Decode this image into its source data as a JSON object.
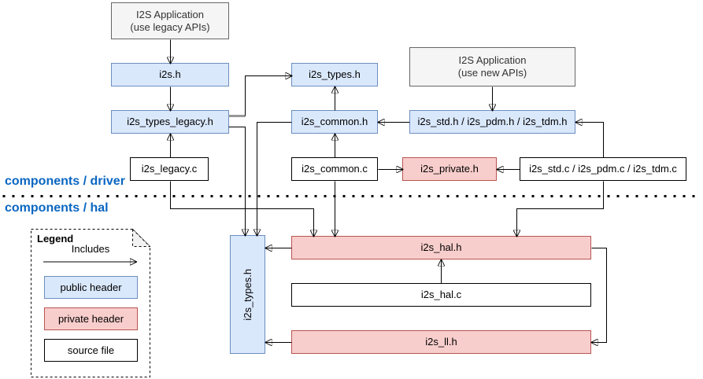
{
  "sections": {
    "driver_label": "components / driver",
    "hal_label": "components / hal"
  },
  "nodes": {
    "app_legacy": {
      "line1": "I2S Application",
      "line2": "(use legacy APIs)",
      "type": "application"
    },
    "app_new": {
      "line1": "I2S Application",
      "line2": "(use new APIs)",
      "type": "application"
    },
    "i2s_h": {
      "label": "i2s.h",
      "type": "public header"
    },
    "i2s_types_legacy_h": {
      "label": "i2s_types_legacy.h",
      "type": "public header"
    },
    "i2s_legacy_c": {
      "label": "i2s_legacy.c",
      "type": "source file"
    },
    "i2s_types_h_driver": {
      "label": "i2s_types.h",
      "type": "public header"
    },
    "i2s_common_h": {
      "label": "i2s_common.h",
      "type": "public header"
    },
    "i2s_common_c": {
      "label": "i2s_common.c",
      "type": "source file"
    },
    "i2s_private_h": {
      "label": "i2s_private.h",
      "type": "private header"
    },
    "i2s_std_pdm_tdm_h": {
      "label": "i2s_std.h / i2s_pdm.h / i2s_tdm.h",
      "type": "public header"
    },
    "i2s_std_pdm_tdm_c": {
      "label": "i2s_std.c / i2s_pdm.c / i2s_tdm.c",
      "type": "source file"
    },
    "i2s_types_h_hal": {
      "label": "i2s_types.h",
      "type": "public header"
    },
    "i2s_hal_h": {
      "label": "i2s_hal.h",
      "type": "private header"
    },
    "i2s_hal_c": {
      "label": "i2s_hal.c",
      "type": "source file"
    },
    "i2s_ll_h": {
      "label": "i2s_ll.h",
      "type": "private header"
    }
  },
  "edges": [
    {
      "from": "app_legacy",
      "to": "i2s_h"
    },
    {
      "from": "i2s_h",
      "to": "i2s_types_legacy_h"
    },
    {
      "from": "i2s_types_legacy_h",
      "to": "i2s_types_h_driver"
    },
    {
      "from": "i2s_legacy_c",
      "to": "i2s_types_legacy_h"
    },
    {
      "from": "i2s_common_h",
      "to": "i2s_types_h_driver"
    },
    {
      "from": "i2s_common_c",
      "to": "i2s_common_h"
    },
    {
      "from": "i2s_common_c",
      "to": "i2s_private_h"
    },
    {
      "from": "i2s_std_pdm_tdm_h",
      "to": "i2s_common_h"
    },
    {
      "from": "app_new",
      "to": "i2s_std_pdm_tdm_h"
    },
    {
      "from": "i2s_std_pdm_tdm_c",
      "to": "i2s_private_h"
    },
    {
      "from": "i2s_std_pdm_tdm_c",
      "to": "i2s_std_pdm_tdm_h"
    },
    {
      "from": "i2s_types_legacy_h",
      "to": "i2s_types_h_hal"
    },
    {
      "from": "i2s_common_h",
      "to": "i2s_types_h_hal"
    },
    {
      "from": "i2s_legacy_c",
      "to": "i2s_hal_h"
    },
    {
      "from": "i2s_common_c",
      "to": "i2s_hal_h"
    },
    {
      "from": "i2s_std_pdm_tdm_c",
      "to": "i2s_hal_h"
    },
    {
      "from": "i2s_hal_c",
      "to": "i2s_hal_h"
    },
    {
      "from": "i2s_hal_h",
      "to": "i2s_types_h_hal"
    },
    {
      "from": "i2s_ll_h",
      "to": "i2s_types_h_hal"
    },
    {
      "from": "i2s_hal_h",
      "to": "i2s_ll_h"
    }
  ],
  "legend": {
    "title": "Legend",
    "includes_label": "Includes",
    "public_header": "public header",
    "private_header": "private header",
    "source_file": "source file"
  },
  "colors": {
    "public_fill": "#dae8fc",
    "public_stroke": "#6c8ebf",
    "private_fill": "#f8cecc",
    "private_stroke": "#b85450",
    "app_fill": "#f5f5f5",
    "app_stroke": "#666666",
    "app_text": "#333333",
    "source_fill": "#ffffff",
    "source_stroke": "#000000",
    "edge": "#000000",
    "edge_muted": "#999999",
    "section_label": "#0a66c2",
    "fold_fill": "#f2f2f2"
  }
}
